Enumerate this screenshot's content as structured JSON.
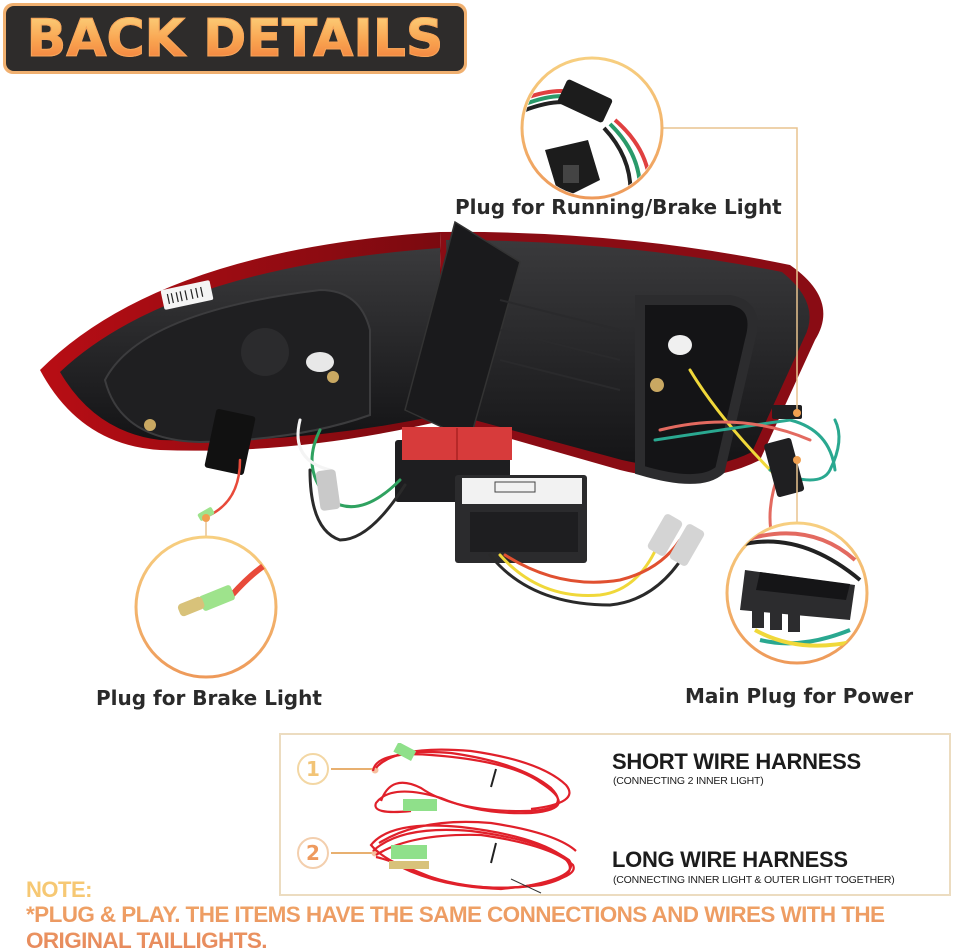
{
  "header": {
    "title": "BACK DETAILS"
  },
  "callouts": [
    {
      "id": "running-brake",
      "label": "Plug for Running/Brake Light",
      "icon": "two-pin-connector"
    },
    {
      "id": "brake",
      "label": "Plug for Brake Light",
      "icon": "bullet-terminal"
    },
    {
      "id": "main-power",
      "label": "Main Plug for Power",
      "icon": "multi-pin-connector"
    }
  ],
  "harnesses": [
    {
      "number": "1",
      "title": "SHORT WIRE HARNESS",
      "subtitle": "(CONNECTING 2 INNER LIGHT)",
      "number_color": "#f2c476"
    },
    {
      "number": "2",
      "title": "LONG WIRE HARNESS",
      "subtitle": "(CONNECTING INNER LIGHT & OUTER LIGHT TOGETHER)",
      "number_color": "#ee9a5e"
    }
  ],
  "note": {
    "heading": "NOTE:",
    "body": "*PLUG & PLAY. THE ITEMS HAVE THE SAME CONNECTIONS AND WIRES WITH THE ORIGINAL TAILLIGHTS."
  },
  "colors": {
    "accent_orange": "#f0a466",
    "callout_ring": "#f0b86c",
    "badge_bg": "#2e2c2b",
    "wire_red": "#e0202a"
  }
}
